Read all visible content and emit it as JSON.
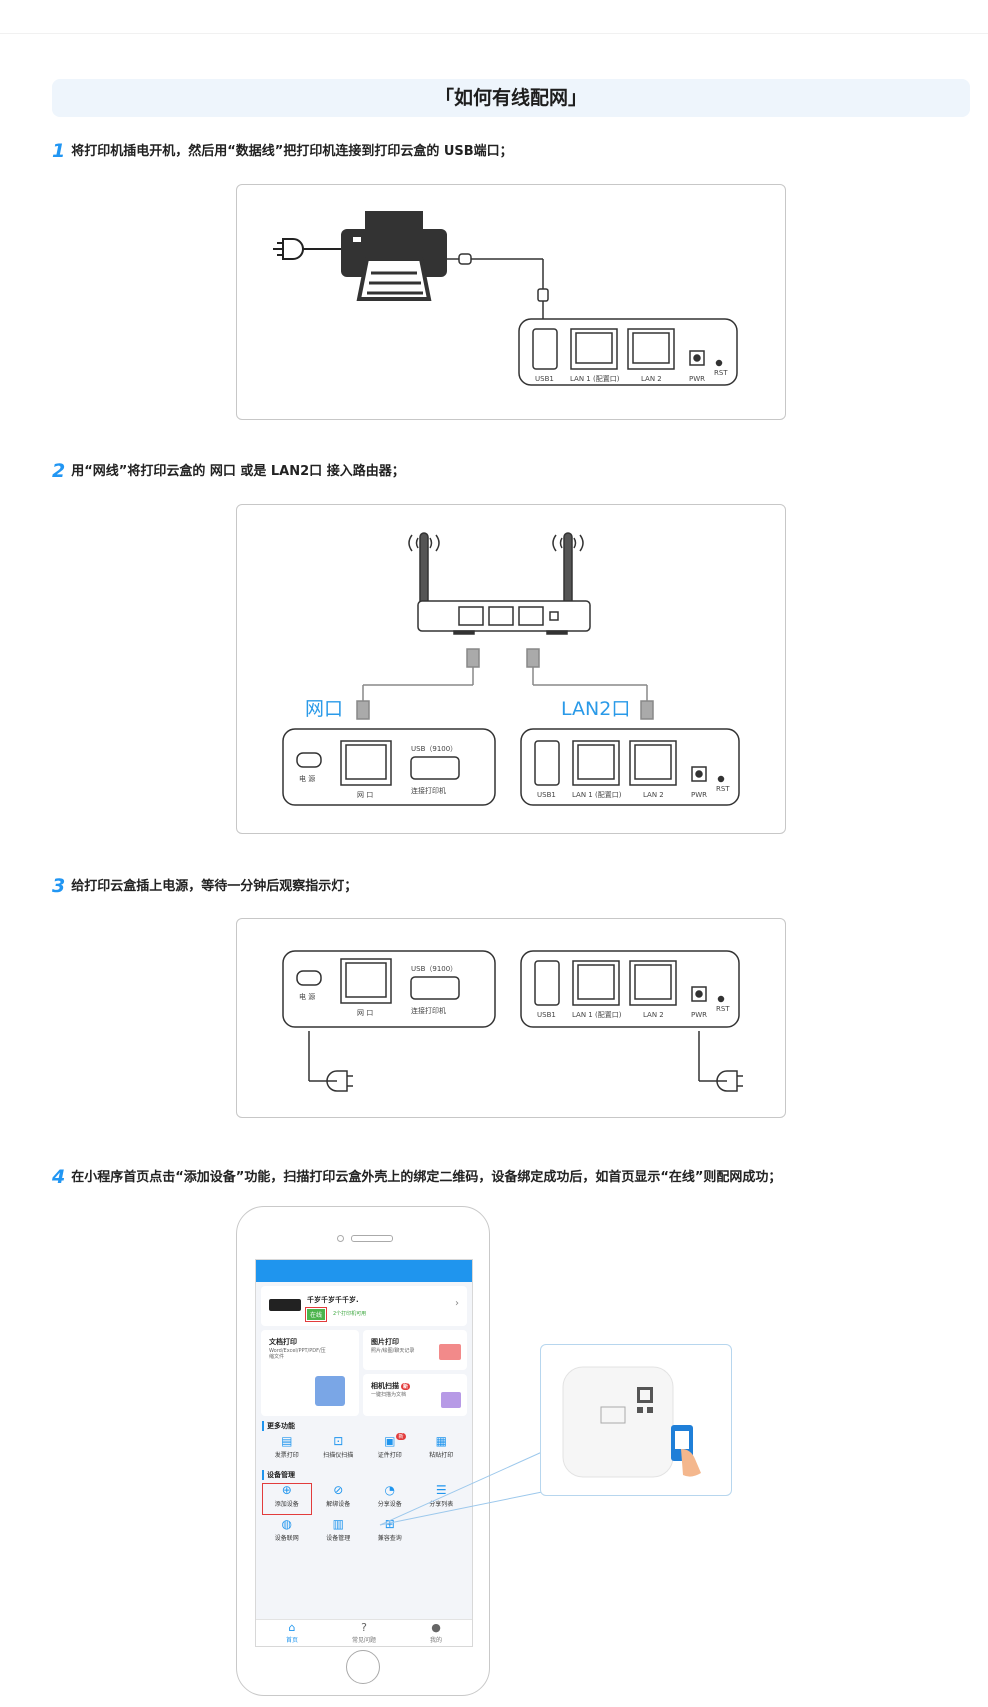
{
  "title": "「如何有线配网」",
  "steps": [
    {
      "num": "1",
      "text": "将打印机插电开机，然后用“数据线”把打印机连接到打印云盒的 USB端口；"
    },
    {
      "num": "2",
      "text": "用“网线”将打印云盒的 网口 或是 LAN2口 接入路由器；"
    },
    {
      "num": "3",
      "text": "给打印云盒插上电源，等待一分钟后观察指示灯；"
    },
    {
      "num": "4",
      "text": "在小程序首页点击“添加设备”功能，扫描打印云盒外壳上的绑定二维码，设备绑定成功后，如首页显示“在线”则配网成功；"
    }
  ],
  "box_labels": {
    "usb1": "USB1",
    "lan1": "LAN 1 (配置口)",
    "lan2": "LAN 2",
    "pwr": "PWR",
    "rst": "RST",
    "power": "电 源",
    "netport": "网 口",
    "usb9100": "USB（9100）",
    "connect_printer": "连接打印机"
  },
  "callouts": {
    "netport": "网口",
    "lan2": "LAN2口"
  },
  "phone": {
    "device_name": "千岁千岁千千岁.",
    "status": "在线",
    "printers": "2个打印机可用",
    "doc_print": {
      "title": "文档打印",
      "desc": "Word/Excel/PPT/PDF/压缩文件"
    },
    "img_print": {
      "title": "图片打印",
      "desc": "照片/绘图/聊天记录"
    },
    "cam_scan": {
      "title": "相机扫描",
      "badge": "新",
      "desc": "一键扫描为文档"
    },
    "more_title": "更多功能",
    "more": [
      {
        "label": "发票打印",
        "icon": "invoice-icon",
        "glyph": "▤"
      },
      {
        "label": "扫描仪扫描",
        "icon": "scanner-icon",
        "glyph": "⊡"
      },
      {
        "label": "证件打印",
        "icon": "id-card-icon",
        "glyph": "▣",
        "badge": "新"
      },
      {
        "label": "粘贴打印",
        "icon": "paste-icon",
        "glyph": "▦"
      }
    ],
    "mgmt_title": "设备管理",
    "mgmt": [
      {
        "label": "添加设备",
        "icon": "add-circle-icon",
        "glyph": "⊕"
      },
      {
        "label": "解绑设备",
        "icon": "unlink-icon",
        "glyph": "⊘"
      },
      {
        "label": "分享设备",
        "icon": "share-icon",
        "glyph": "◔"
      },
      {
        "label": "分享列表",
        "icon": "list-icon",
        "glyph": "☰"
      },
      {
        "label": "设备联网",
        "icon": "globe-icon",
        "glyph": "◍"
      },
      {
        "label": "设备管理",
        "icon": "device-manage-icon",
        "glyph": "▥"
      },
      {
        "label": "兼容查询",
        "icon": "compat-icon",
        "glyph": "⊞"
      }
    ],
    "tabs": [
      {
        "label": "首页",
        "icon": "home-icon",
        "glyph": "⌂"
      },
      {
        "label": "常见问题",
        "icon": "question-icon",
        "glyph": "?"
      },
      {
        "label": "我的",
        "icon": "user-icon",
        "glyph": "●"
      }
    ]
  },
  "colors": {
    "accent": "#2196f3",
    "online": "#4bb44b",
    "highlight": "#e23c3c"
  }
}
